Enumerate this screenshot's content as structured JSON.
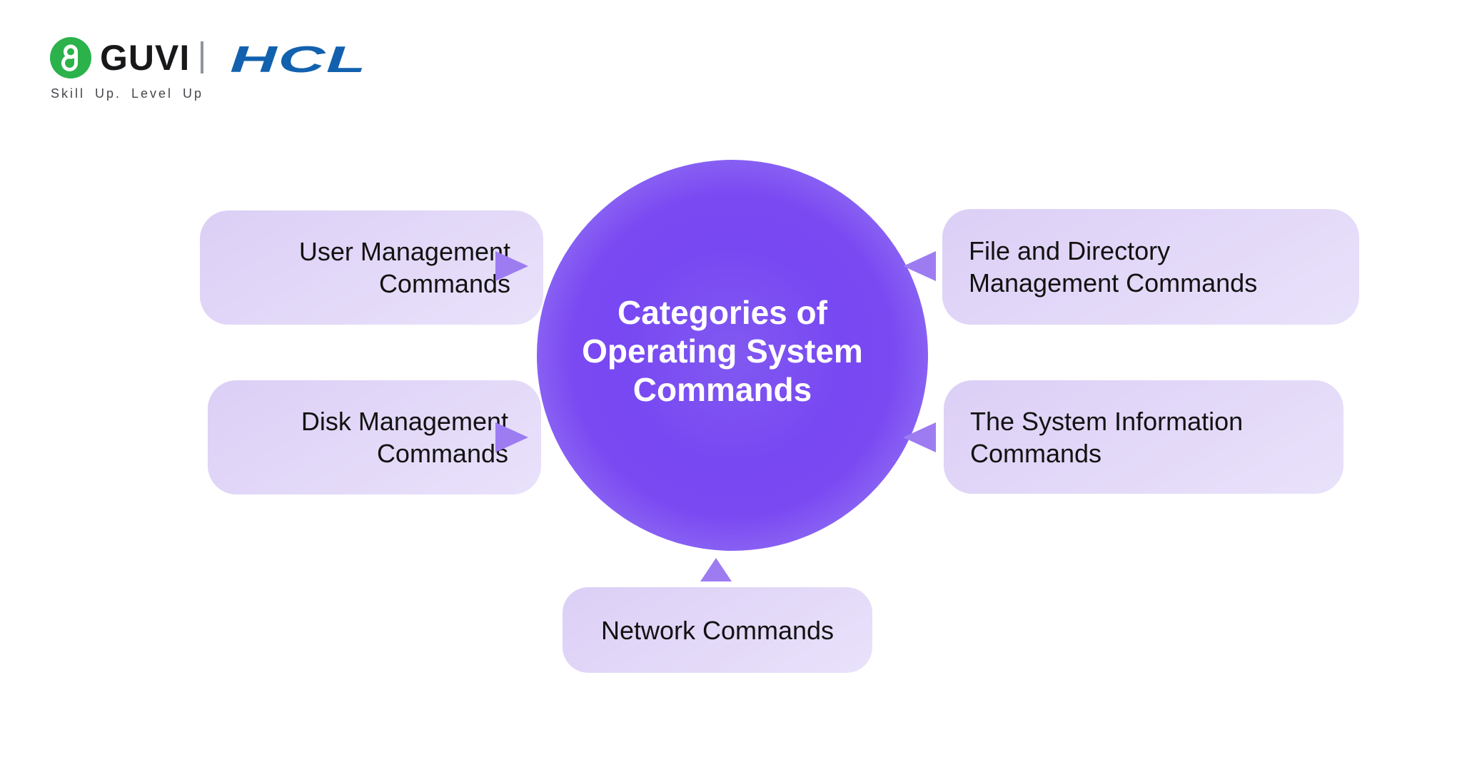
{
  "header": {
    "brand_primary": "GUVI",
    "brand_secondary": "HCL",
    "tagline": "Skill Up. Level Up",
    "colors": {
      "guvi_green": "#2BB24B",
      "hcl_blue": "#1261AE",
      "tagline_gray": "#45474B"
    }
  },
  "diagram": {
    "center_title": "Categories of\nOperating System\nCommands",
    "colors": {
      "circle_core": "#7848F2",
      "node_fill": "#E2D7F8",
      "arrow_purple": "#9D7CF2",
      "node_text": "#121212",
      "title_text": "#FFFFFF"
    },
    "nodes": [
      {
        "id": "user-management",
        "label": "User Management\nCommands",
        "position": "top-left",
        "arrow_direction": "right"
      },
      {
        "id": "disk-management",
        "label": "Disk Management\nCommands",
        "position": "bottom-left",
        "arrow_direction": "right"
      },
      {
        "id": "file-directory-management",
        "label": "File and Directory\nManagement Commands",
        "position": "top-right",
        "arrow_direction": "left"
      },
      {
        "id": "system-information",
        "label": "The System Information\nCommands",
        "position": "bottom-right",
        "arrow_direction": "left"
      },
      {
        "id": "network",
        "label": "Network Commands",
        "position": "bottom-center",
        "arrow_direction": "up"
      }
    ]
  }
}
